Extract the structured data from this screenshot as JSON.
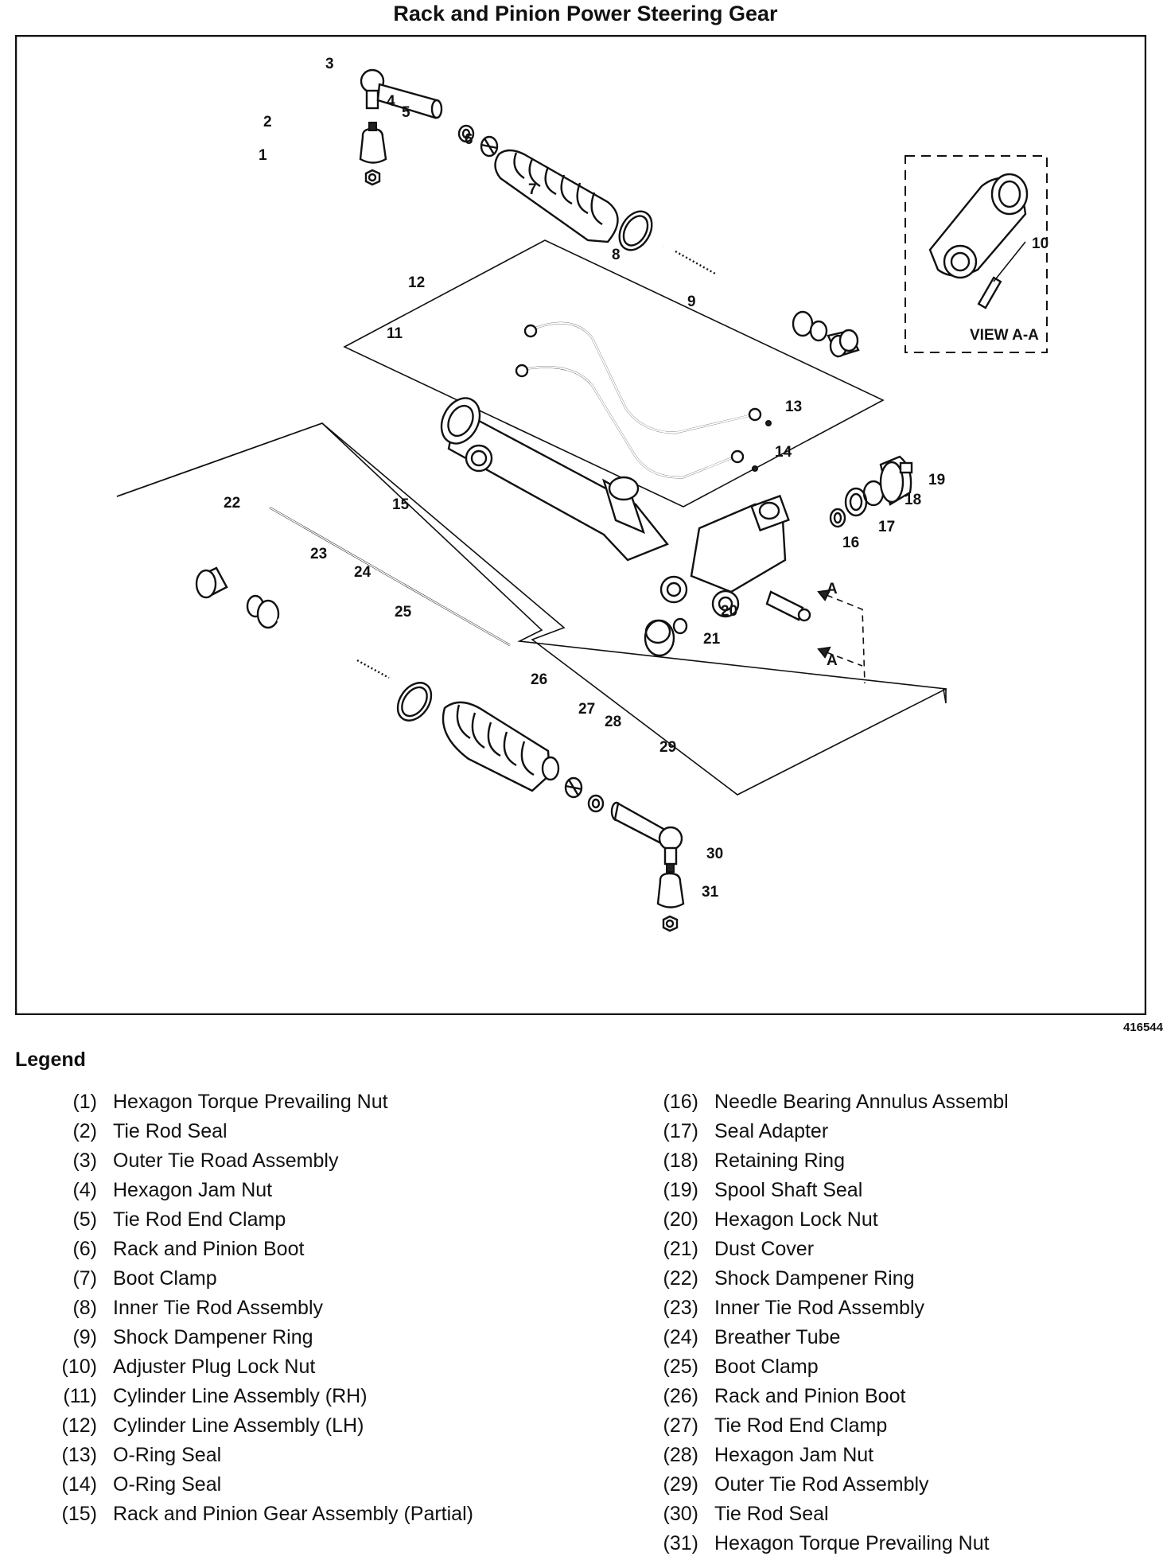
{
  "title": "Rack and Pinion Power Steering Gear",
  "figure_id": "416544",
  "view_label": "VIEW A-A",
  "section_marker": "A",
  "callouts": [
    "1",
    "2",
    "3",
    "4",
    "5",
    "6",
    "7",
    "8",
    "9",
    "10",
    "11",
    "12",
    "13",
    "14",
    "15",
    "16",
    "17",
    "18",
    "19",
    "20",
    "21",
    "22",
    "23",
    "24",
    "25",
    "26",
    "27",
    "28",
    "29",
    "30",
    "31"
  ],
  "legend": {
    "heading": "Legend",
    "left": [
      {
        "num": "(1)",
        "label": "Hexagon Torque Prevailing Nut"
      },
      {
        "num": "(2)",
        "label": "Tie Rod Seal"
      },
      {
        "num": "(3)",
        "label": "Outer Tie Road Assembly"
      },
      {
        "num": "(4)",
        "label": "Hexagon Jam Nut"
      },
      {
        "num": "(5)",
        "label": "Tie Rod End Clamp"
      },
      {
        "num": "(6)",
        "label": "Rack and Pinion Boot"
      },
      {
        "num": "(7)",
        "label": "Boot Clamp"
      },
      {
        "num": "(8)",
        "label": "Inner Tie Rod Assembly"
      },
      {
        "num": "(9)",
        "label": "Shock Dampener Ring"
      },
      {
        "num": "(10)",
        "label": "Adjuster Plug Lock Nut"
      },
      {
        "num": "(11)",
        "label": "Cylinder Line Assembly (RH)"
      },
      {
        "num": "(12)",
        "label": "Cylinder Line Assembly (LH)"
      },
      {
        "num": "(13)",
        "label": "O-Ring Seal"
      },
      {
        "num": "(14)",
        "label": "O-Ring Seal"
      },
      {
        "num": "(15)",
        "label": "Rack and Pinion Gear Assembly (Partial)"
      }
    ],
    "right": [
      {
        "num": "(16)",
        "label": "Needle Bearing Annulus Assembl"
      },
      {
        "num": "(17)",
        "label": "Seal Adapter"
      },
      {
        "num": "(18)",
        "label": "Retaining Ring"
      },
      {
        "num": "(19)",
        "label": "Spool Shaft Seal"
      },
      {
        "num": "(20)",
        "label": "Hexagon Lock Nut"
      },
      {
        "num": "(21)",
        "label": "Dust Cover"
      },
      {
        "num": "(22)",
        "label": "Shock Dampener Ring"
      },
      {
        "num": "(23)",
        "label": "Inner Tie Rod Assembly"
      },
      {
        "num": "(24)",
        "label": "Breather Tube"
      },
      {
        "num": "(25)",
        "label": "Boot Clamp"
      },
      {
        "num": "(26)",
        "label": "Rack and Pinion Boot"
      },
      {
        "num": "(27)",
        "label": "Tie Rod End Clamp"
      },
      {
        "num": "(28)",
        "label": "Hexagon Jam Nut"
      },
      {
        "num": "(29)",
        "label": "Outer Tie Rod Assembly"
      },
      {
        "num": "(30)",
        "label": "Tie Rod Seal"
      },
      {
        "num": "(31)",
        "label": "Hexagon Torque Prevailing Nut"
      }
    ]
  }
}
